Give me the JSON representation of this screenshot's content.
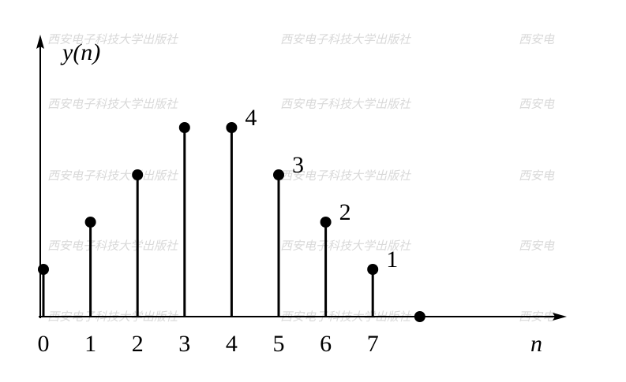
{
  "watermark": {
    "text": "西安电子科技大学出版社",
    "partial": "西安电"
  },
  "chart_data": {
    "type": "stem",
    "ylabel": "y(n)",
    "xlabel": "n",
    "x": [
      0,
      1,
      2,
      3,
      4,
      5,
      6,
      7,
      8
    ],
    "x_tick_labels": [
      "0",
      "1",
      "2",
      "3",
      "4",
      "5",
      "6",
      "7"
    ],
    "values": [
      1,
      2,
      3,
      4,
      4,
      3,
      2,
      1,
      0
    ],
    "point_labels": [
      {
        "x": 4,
        "label": "4"
      },
      {
        "x": 5,
        "label": "3"
      },
      {
        "x": 6,
        "label": "2"
      },
      {
        "x": 7,
        "label": "1"
      }
    ],
    "color": "#000000"
  }
}
